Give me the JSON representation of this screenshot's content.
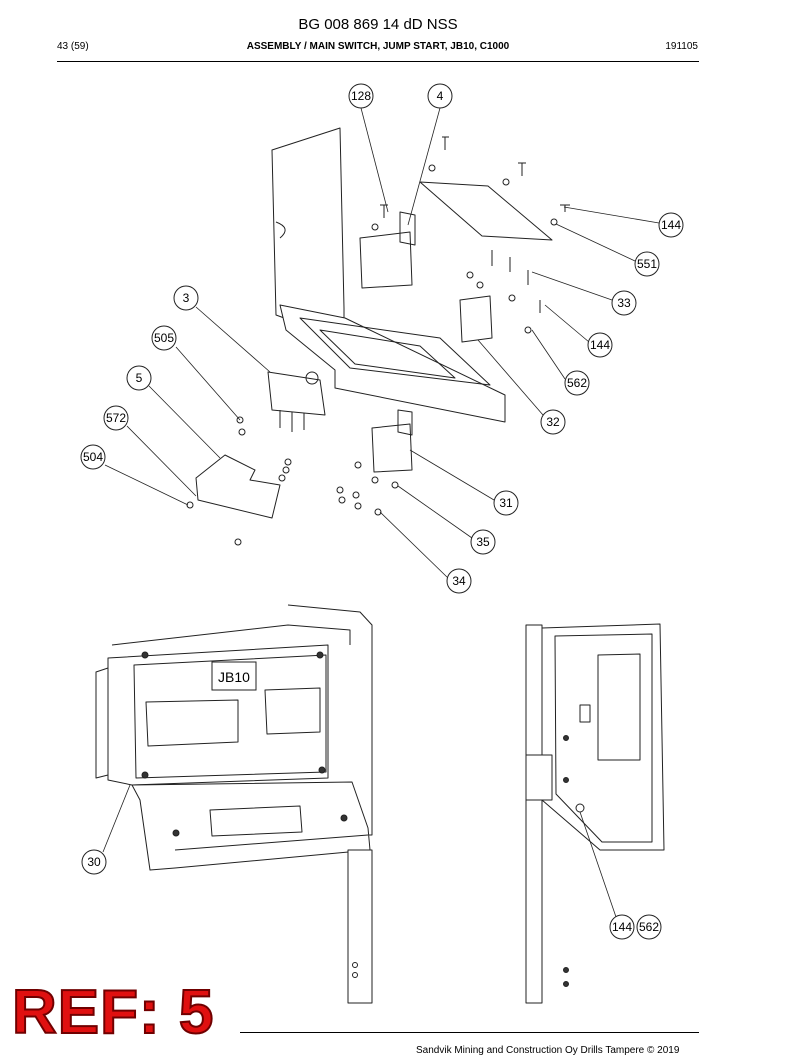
{
  "header": {
    "doc_title": "BG 008 869 14 dD NSS",
    "page": "43 (59)",
    "section": "ASSEMBLY / MAIN SWITCH, JUMP START, JB10, C1000",
    "date": "191105"
  },
  "panel_label": "JB10",
  "callouts": [
    "128",
    "4",
    "144",
    "551",
    "33",
    "144",
    "562",
    "32",
    "3",
    "505",
    "5",
    "572",
    "504",
    "31",
    "35",
    "34",
    "30",
    "144",
    "562"
  ],
  "ref_badge": "REF: 5",
  "footer": {
    "copyright": "Sandvik Mining and Construction Oy Drills Tampere © 2019"
  }
}
